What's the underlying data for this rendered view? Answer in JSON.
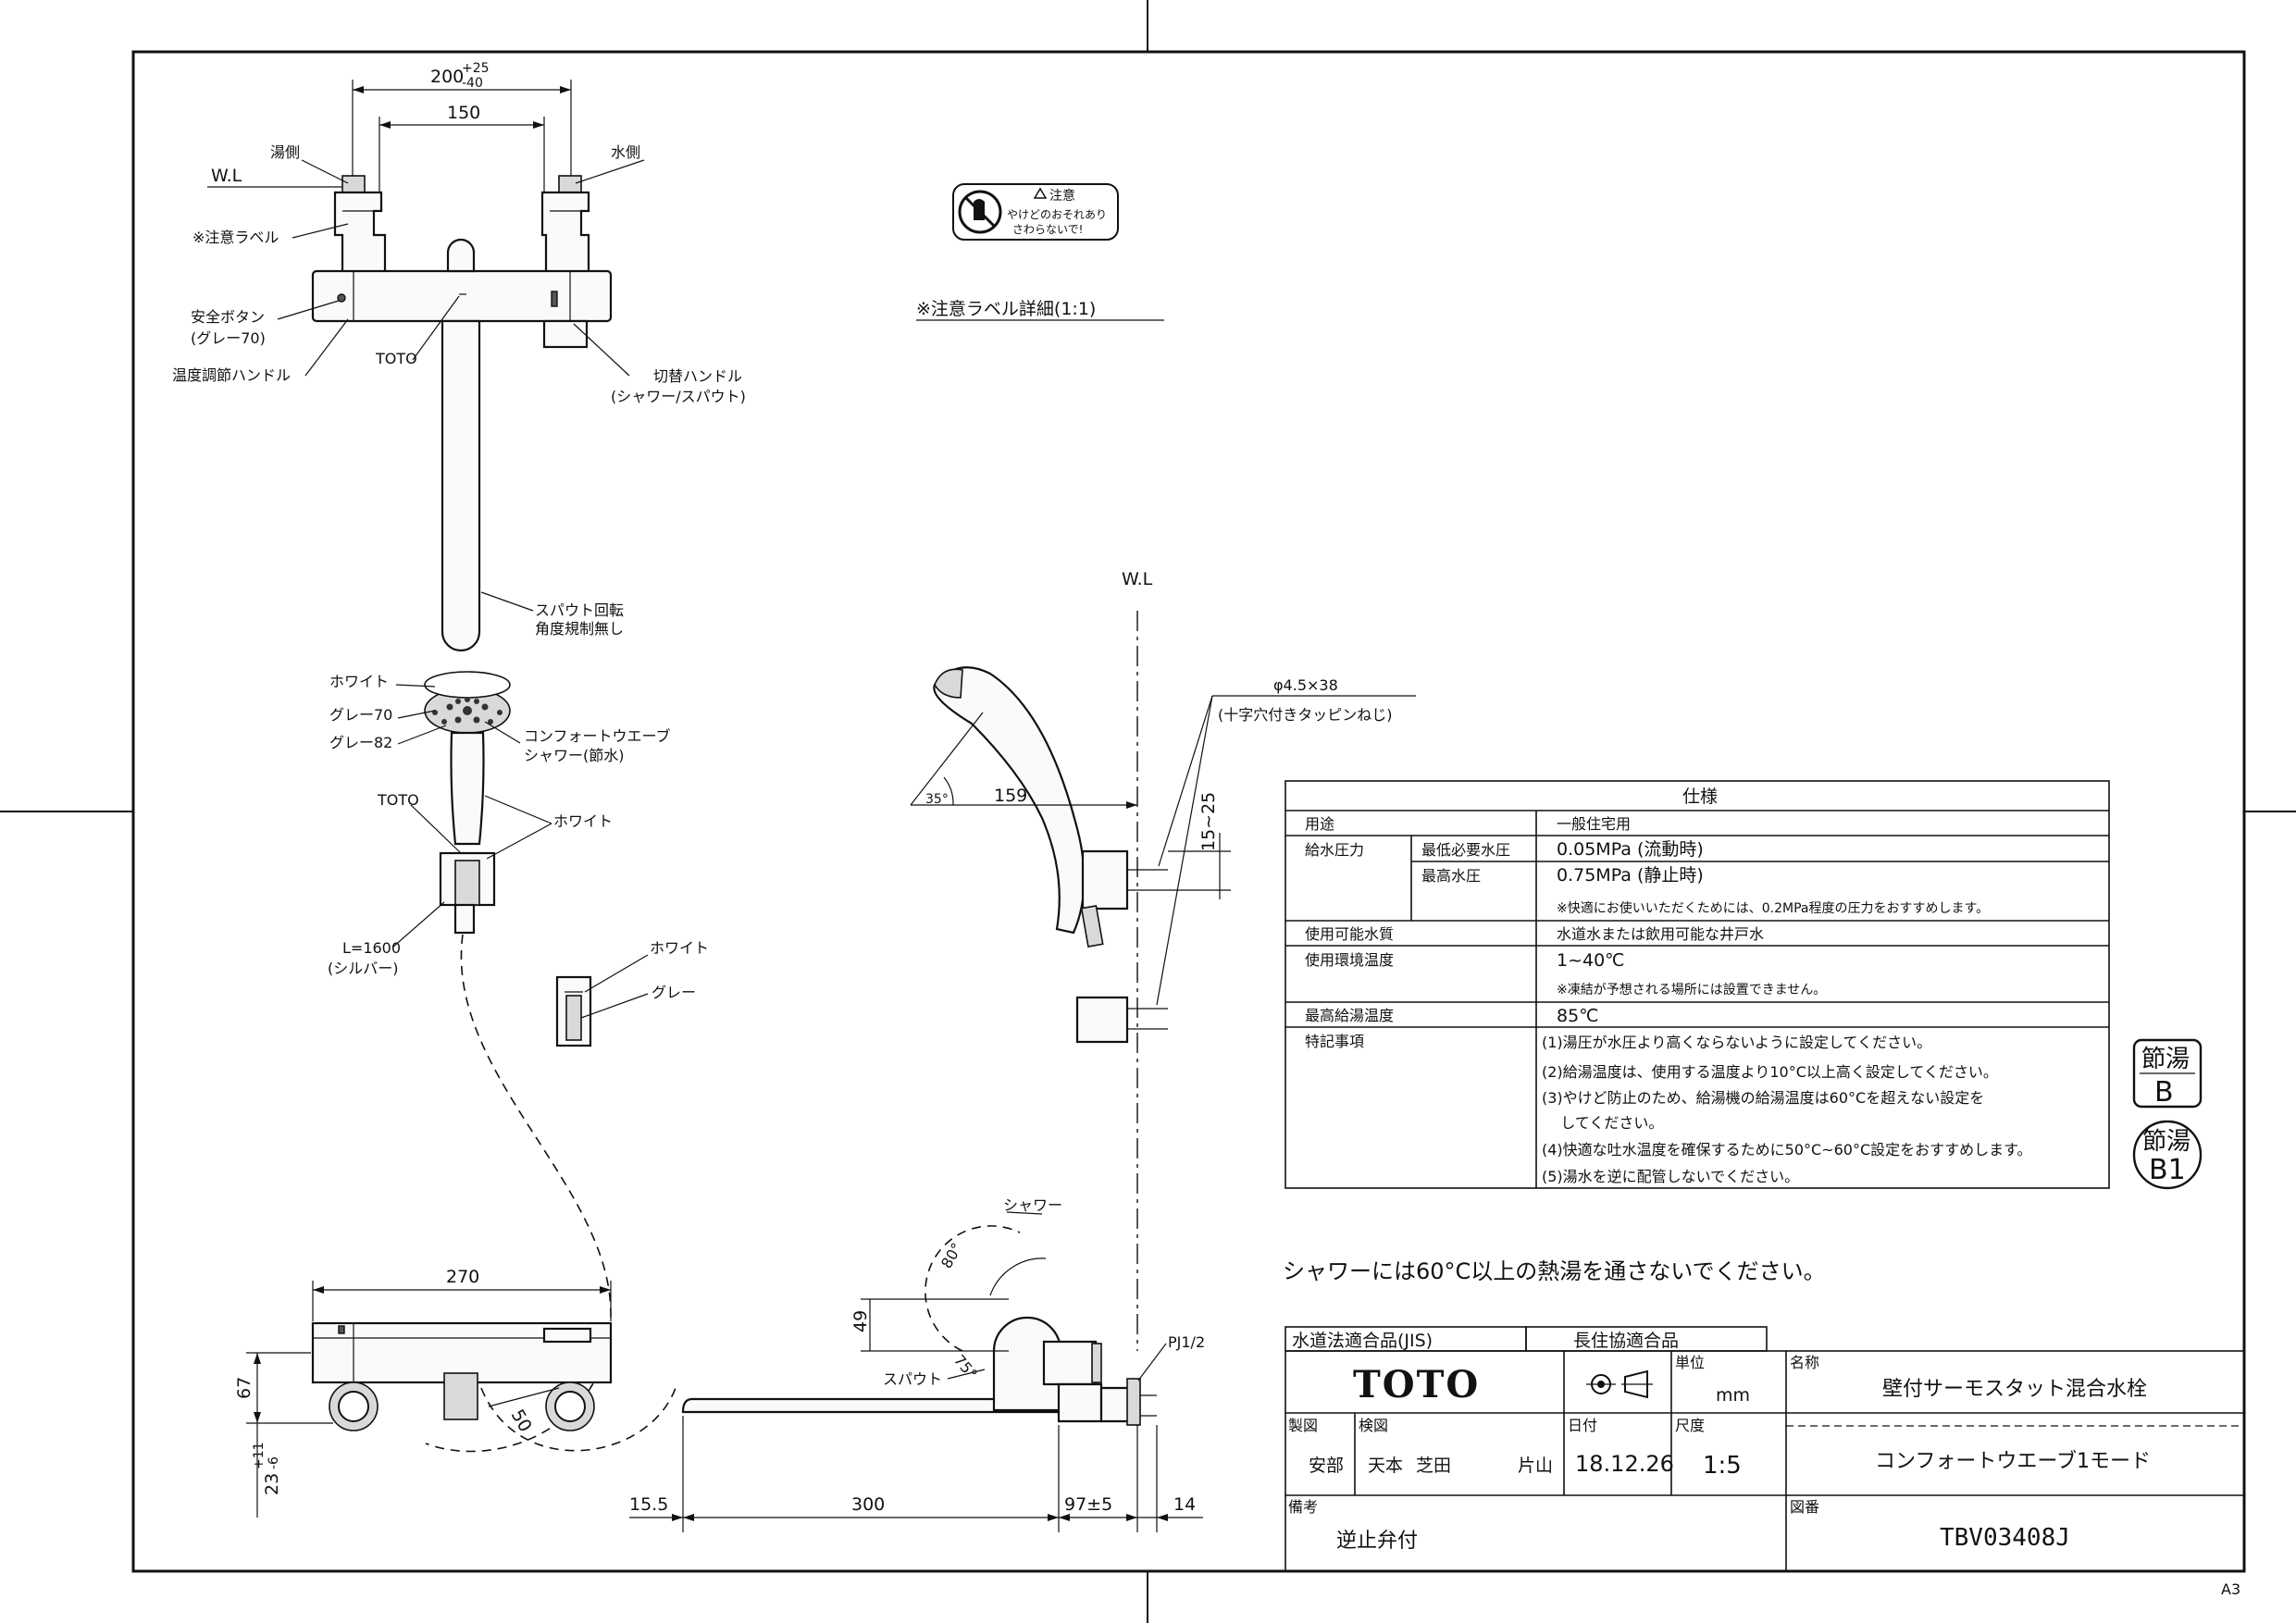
{
  "labels": {
    "wl_front": "W.L",
    "hot_side": "湯側",
    "cold_side": "水側",
    "caution_label": "※注意ラベル",
    "safety_button": "安全ボタン",
    "safety_button_color": "(グレー70)",
    "temp_handle": "温度調節ハンドル",
    "toto_brand_1": "TOTO",
    "switch_handle": "切替ハンドル",
    "switch_handle_sub": "(シャワー/スパウト)",
    "spout_rotation_1": "スパウト回転",
    "spout_rotation_2": "角度規制無し",
    "white_head": "ホワイト",
    "gray70": "グレー70",
    "gray82": "グレー82",
    "shower_name_1": "コンフォートウエーブ",
    "shower_name_2": "シャワー(節水)",
    "toto_brand_2": "TOTO",
    "white_grip": "ホワイト",
    "hose_length": "L=1600",
    "hose_color": "(シルバー)",
    "white_holder": "ホワイト",
    "gray_holder": "グレー",
    "label_detail": "※注意ラベル詳細(1:1)",
    "caution_title": "注意",
    "caution_line1": "やけどのおそれあり",
    "caution_line2": "さわらないで!",
    "wl_side": "W.L",
    "screw_spec": "φ4.5×38",
    "screw_desc": "(十字穴付きタッピンねじ)",
    "angle_35": "35°",
    "shower": "シャワー",
    "angle_80": "80°",
    "spout": "スパウト",
    "angle_75": "75°",
    "pj": "PJ1/2",
    "warning_note": "シャワーには60°C以上の熱湯を通さないでください。",
    "sheet_size": "A3"
  },
  "dims": {
    "top_span": "200",
    "top_tol_plus": "+25",
    "top_tol_minus": "-40",
    "inner_span": "150",
    "bottom_width": "270",
    "bottom_height": "67",
    "bottom_offset": "23",
    "bottom_tol_plus": "+11",
    "bottom_tol_minus": "-6",
    "dim_50": "50",
    "holder_offset": "159",
    "screw_pitch": "15~25",
    "spout_height": "49",
    "dim_155": "15.5",
    "dim_300": "300",
    "dim_97": "97±5",
    "dim_14": "14"
  },
  "spec": {
    "title": "仕様",
    "rows": [
      {
        "k1": "用途",
        "k2": "",
        "v": "一般住宅用"
      },
      {
        "k1": "給水圧力",
        "k2": "最低必要水圧",
        "v": "0.05MPa (流動時)"
      },
      {
        "k1": "",
        "k2": "最高水圧",
        "v": "0.75MPa (静止時)"
      },
      {
        "k1": "",
        "k2": "",
        "v": "※快適にお使いいただくためには、0.2MPa程度の圧力をおすすめします。"
      },
      {
        "k1": "使用可能水質",
        "k2": "",
        "v": "水道水または飲用可能な井戸水"
      },
      {
        "k1": "使用環境温度",
        "k2": "",
        "v": "1~40℃"
      },
      {
        "k1": "",
        "k2": "",
        "v": "※凍結が予想される場所には設置できません。"
      },
      {
        "k1": "最高給湯温度",
        "k2": "",
        "v": "85℃"
      }
    ],
    "notes_label": "特記事項",
    "notes": [
      "(1)湯圧が水圧より高くならないように設定してください。",
      "(2)給湯温度は、使用する温度より10°C以上高く設定してください。",
      "(3)やけど防止のため、給湯機の給湯温度は60°Cを超えない設定を",
      "    してください。",
      "(4)快適な吐水温度を確保するために50°C~60°C設定をおすすめします。",
      "(5)湯水を逆に配管しないでください。"
    ]
  },
  "badges": {
    "b_top": "節湯",
    "b_letter": "B",
    "b1_top": "節湯",
    "b1_letter": "B1"
  },
  "title_block": {
    "cert1": "水道法適合品(JIS)",
    "cert2": "長住協適合品",
    "maker": "TOTO",
    "unit_label": "単位",
    "unit": "mm",
    "name_label": "名称",
    "name": "壁付サーモスタット混合水栓",
    "drawn_label": "製図",
    "drawn_by": "安部",
    "checked_label": "検図",
    "checked_by_1": "天本",
    "checked_by_2": "芝田",
    "checked_by_3": "片山",
    "date_label": "日付",
    "date": "18.12.26",
    "scale_label": "尺度",
    "scale": "1:5",
    "model": "コンフォートウエーブ1モード",
    "remarks_label": "備考",
    "remarks": "逆止弁付",
    "drawing_no_label": "図番",
    "drawing_no": "TBV03408J"
  }
}
